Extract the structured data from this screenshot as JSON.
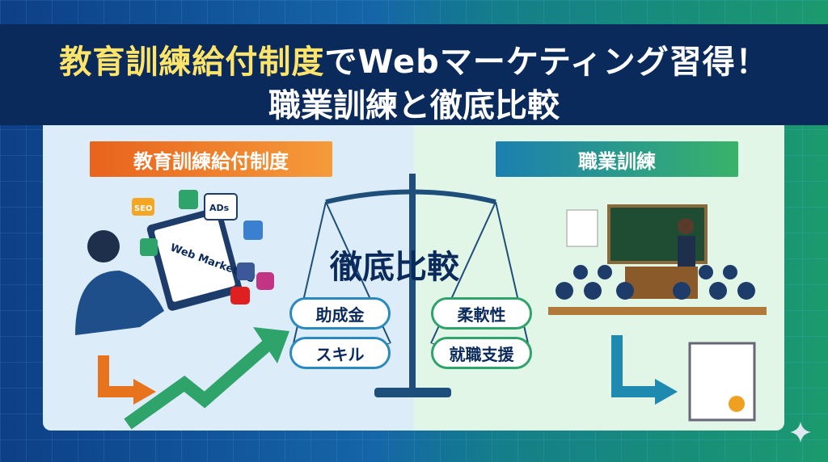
{
  "title": {
    "highlight": "教育訓練給付制度",
    "rest": "でWebマーケティング習得！",
    "line2": "職業訓練と徹底比較"
  },
  "left": {
    "ribbon": "教育訓練給付制度",
    "icons": {
      "seo": "SEO",
      "ads": "ADs",
      "laptop": "Web Marketing"
    }
  },
  "right": {
    "ribbon": "職業訓練"
  },
  "center": {
    "label": "徹底比較"
  },
  "pills": {
    "left": [
      "助成金",
      "スキル"
    ],
    "right": [
      "柔軟性",
      "就職支援"
    ]
  },
  "colors": {
    "navy": "#0b2a5c",
    "yellow": "#ffe46b",
    "orange": "#e8631d",
    "green": "#38b36a"
  }
}
